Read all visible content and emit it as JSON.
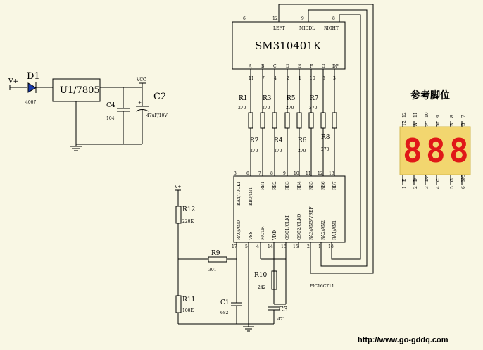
{
  "title": "参考脚位",
  "website": "http://www.go-gddq.com",
  "power": {
    "input_label": "V+",
    "diode": "D1",
    "diode_part": "4007",
    "regulator": "U1/7805",
    "vcc_label": "VCC",
    "c4": "C4",
    "c4_value": "104",
    "c2": "C2",
    "c2_value": "47uF/10V"
  },
  "display": {
    "part": "SM310401K",
    "top_pins": [
      "6",
      "12",
      "9",
      "8"
    ],
    "top_labels": [
      "LEFT",
      "MIDDL",
      "RIGHT"
    ],
    "segments": [
      "A",
      "B",
      "C",
      "D",
      "E",
      "F",
      "G",
      "DP"
    ],
    "segment_pins": [
      "11",
      "7",
      "4",
      "2",
      "1",
      "10",
      "5",
      "3"
    ]
  },
  "resistors": {
    "r1": "R1",
    "r3": "R3",
    "r5": "R5",
    "r7": "R7",
    "r2": "R2",
    "r4": "R4",
    "r6": "R6",
    "r8": "R8",
    "value": "270"
  },
  "mcu": {
    "part": "PIC16C711",
    "top_labels": [
      "RA4/T0CKI",
      "RB0/INT",
      "RB1",
      "RB2",
      "RB3",
      "RB4",
      "RB5",
      "RB6",
      "RB7"
    ],
    "top_pins": [
      "3",
      "6",
      "7",
      "8",
      "9",
      "10",
      "11",
      "12",
      "13"
    ],
    "bottom_labels": [
      "RA0/AN0",
      "VSS",
      "MCLR",
      "VDD",
      "OSC1/CLKI",
      "OSC2/CLKO",
      "RA3/AN3/VREF",
      "RA2/AN2",
      "RA1/AN1"
    ],
    "bottom_pins": [
      "17",
      "5",
      "4",
      "14",
      "16",
      "15",
      "2",
      "1",
      "18"
    ]
  },
  "analog": {
    "vplus": "V+",
    "r12": "R12",
    "r12_value": "220K",
    "r9": "R9",
    "r9_value": "301",
    "r11": "R11",
    "r11_value": "100K",
    "c1": "C1",
    "c1_value": "682",
    "r10": "R10",
    "r10_value": "242",
    "c3": "C3",
    "c3_value": "471"
  },
  "pinout": {
    "digits": [
      "8",
      "8",
      "8"
    ],
    "top_pins": [
      "12",
      "A",
      "F",
      "M",
      "R",
      "B"
    ],
    "bottom_pins": [
      "E",
      "D",
      "DP",
      "C",
      "G",
      "NC"
    ],
    "top_nums": [
      "12",
      "11",
      "10",
      "9",
      "8",
      "7"
    ],
    "bottom_nums": [
      "1",
      "2",
      "3",
      "4",
      "5",
      "6"
    ],
    "colors": {
      "body": "#f2d66f",
      "digit": "#e01818"
    }
  }
}
